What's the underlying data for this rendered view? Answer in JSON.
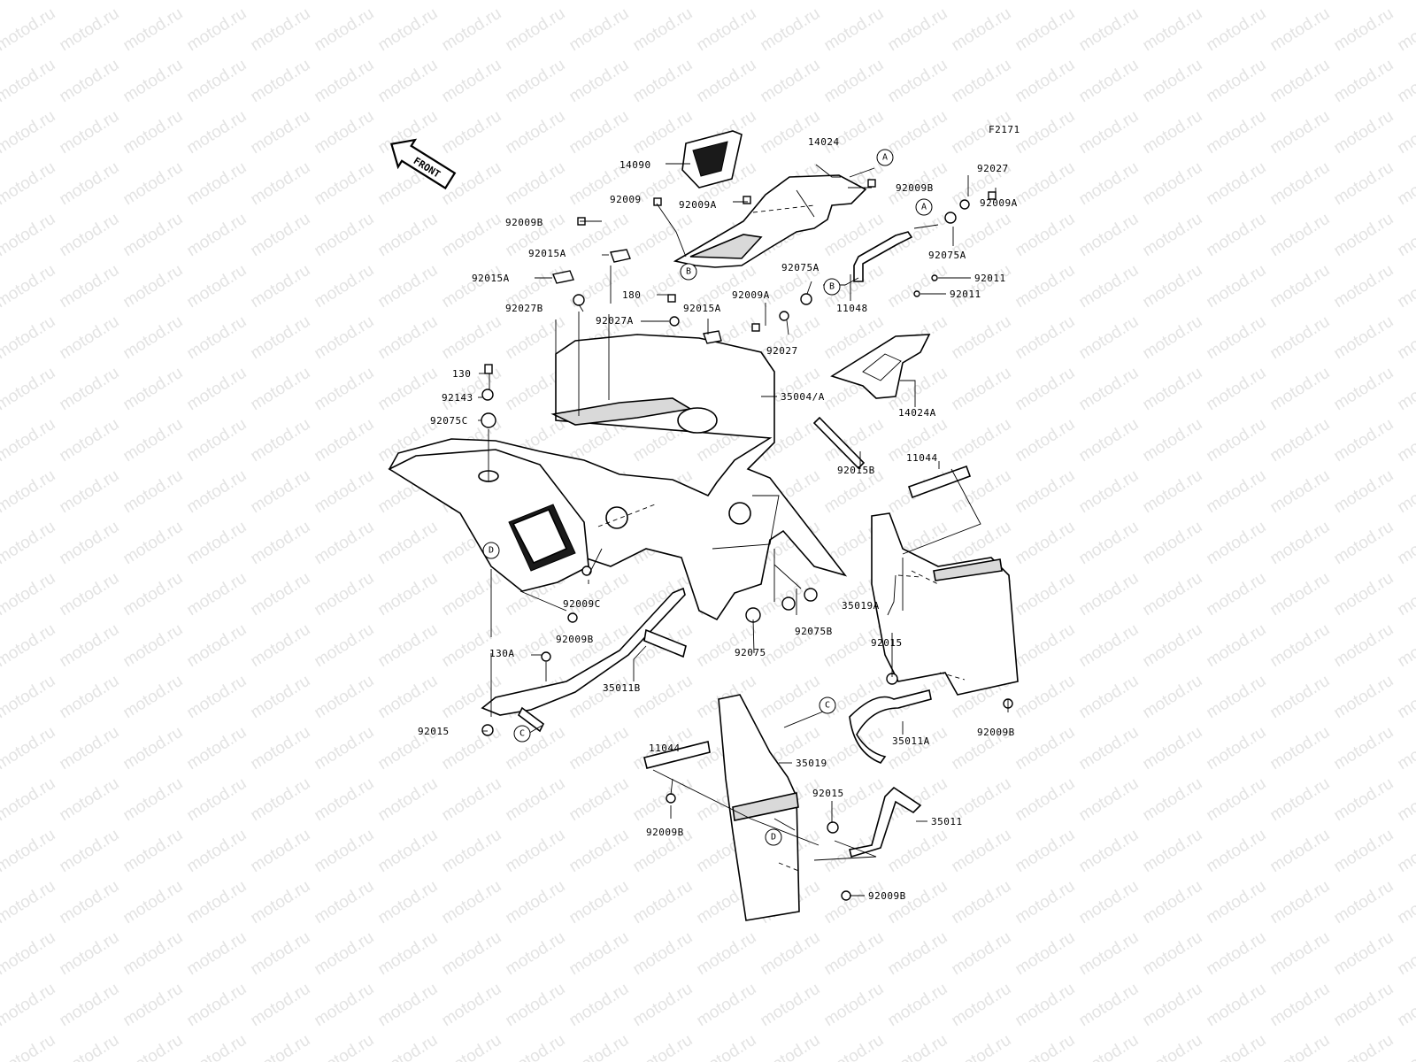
{
  "diagram": {
    "code": "F2171",
    "front_label": "FRONT",
    "watermark": "motod.ru",
    "labels": [
      {
        "key": "l14090",
        "text": "14090"
      },
      {
        "key": "l14024",
        "text": "14024"
      },
      {
        "key": "l92009B_a",
        "text": "92009B"
      },
      {
        "key": "l92027_a",
        "text": "92027"
      },
      {
        "key": "l92009A_a",
        "text": "92009A"
      },
      {
        "key": "l92009",
        "text": "92009"
      },
      {
        "key": "l92009A_b",
        "text": "92009A"
      },
      {
        "key": "l92009B_b",
        "text": "92009B"
      },
      {
        "key": "l92015A_a",
        "text": "92015A"
      },
      {
        "key": "l92015A_b",
        "text": "92015A"
      },
      {
        "key": "l92075A_a",
        "text": "92075A"
      },
      {
        "key": "l92011_a",
        "text": "92011"
      },
      {
        "key": "l92011_b",
        "text": "92011"
      },
      {
        "key": "l92075A_b",
        "text": "92075A"
      },
      {
        "key": "l180",
        "text": "180"
      },
      {
        "key": "l92009A_c",
        "text": "92009A"
      },
      {
        "key": "l92027B",
        "text": "92027B"
      },
      {
        "key": "l92015A_c",
        "text": "92015A"
      },
      {
        "key": "l11048",
        "text": "11048"
      },
      {
        "key": "l92027A",
        "text": "92027A"
      },
      {
        "key": "l92027_b",
        "text": "92027"
      },
      {
        "key": "l130",
        "text": "130"
      },
      {
        "key": "l92143",
        "text": "92143"
      },
      {
        "key": "l35004A",
        "text": "35004/A"
      },
      {
        "key": "l14024A",
        "text": "14024A"
      },
      {
        "key": "l92075C",
        "text": "92075C"
      },
      {
        "key": "l92015B",
        "text": "92015B"
      },
      {
        "key": "l11044_a",
        "text": "11044"
      },
      {
        "key": "l92009C",
        "text": "92009C"
      },
      {
        "key": "l35019A",
        "text": "35019A"
      },
      {
        "key": "l92075B",
        "text": "92075B"
      },
      {
        "key": "l92009B_c",
        "text": "92009B"
      },
      {
        "key": "l130A",
        "text": "130A"
      },
      {
        "key": "l92075",
        "text": "92075"
      },
      {
        "key": "l92015_a",
        "text": "92015"
      },
      {
        "key": "l35011B",
        "text": "35011B"
      },
      {
        "key": "l92015_b",
        "text": "92015"
      },
      {
        "key": "l35011A",
        "text": "35011A"
      },
      {
        "key": "l92009B_d",
        "text": "92009B"
      },
      {
        "key": "l11044_b",
        "text": "11044"
      },
      {
        "key": "l35019",
        "text": "35019"
      },
      {
        "key": "l92015_c",
        "text": "92015"
      },
      {
        "key": "l35011",
        "text": "35011"
      },
      {
        "key": "l92009B_e",
        "text": "92009B"
      },
      {
        "key": "l92009B_f",
        "text": "92009B"
      }
    ],
    "callouts": [
      {
        "key": "cA1",
        "letter": "A"
      },
      {
        "key": "cA2",
        "letter": "A"
      },
      {
        "key": "cB1",
        "letter": "B"
      },
      {
        "key": "cB2",
        "letter": "B"
      },
      {
        "key": "cC1",
        "letter": "C"
      },
      {
        "key": "cC2",
        "letter": "C"
      },
      {
        "key": "cD1",
        "letter": "D"
      },
      {
        "key": "cD2",
        "letter": "D"
      }
    ]
  }
}
